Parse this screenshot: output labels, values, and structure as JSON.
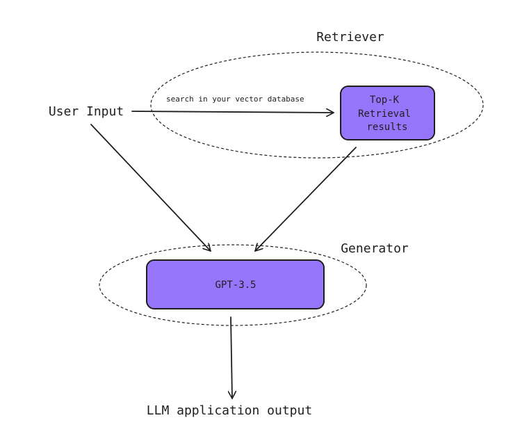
{
  "colors": {
    "box_fill": "#9775fa",
    "box_stroke": "#1e1e1e",
    "line": "#1e1e1e",
    "background": "#ffffff"
  },
  "retriever": {
    "title": "Retriever",
    "edge_label": "search in your vector database",
    "box_lines": [
      "Top-K",
      "Retrieval",
      "results"
    ]
  },
  "user_input": {
    "label": "User Input"
  },
  "generator": {
    "title": "Generator",
    "model_label": "GPT-3.5"
  },
  "output": {
    "label": "LLM application output"
  }
}
